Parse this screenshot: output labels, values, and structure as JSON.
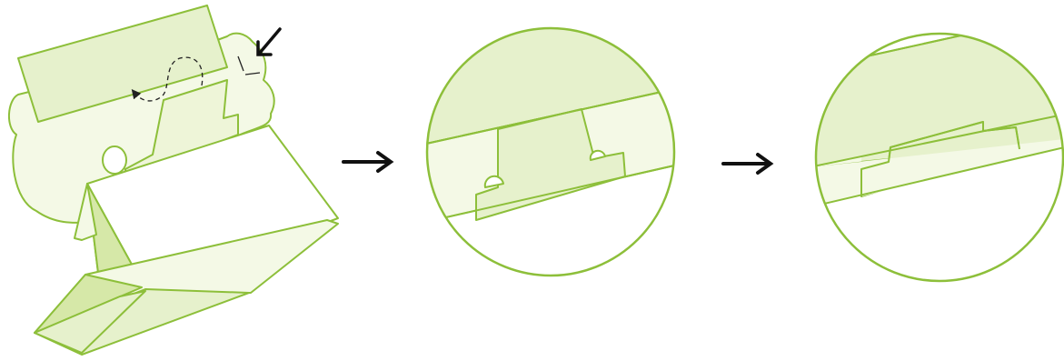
{
  "diagram": {
    "steps": [
      {
        "id": "step-1",
        "description_icon": "assembly-overview"
      },
      {
        "id": "step-2",
        "description_icon": "zoom-detail-before"
      },
      {
        "id": "step-3",
        "description_icon": "zoom-detail-after"
      }
    ],
    "arrows": [
      "right-arrow-icon",
      "right-arrow-icon"
    ],
    "colors": {
      "stroke": "#8dbf3a",
      "fill_light": "#f4f9e6",
      "fill_mid": "#e6f1cc",
      "fill_dark": "#d6e8a8",
      "white": "#ffffff",
      "arrow": "#000000"
    }
  }
}
